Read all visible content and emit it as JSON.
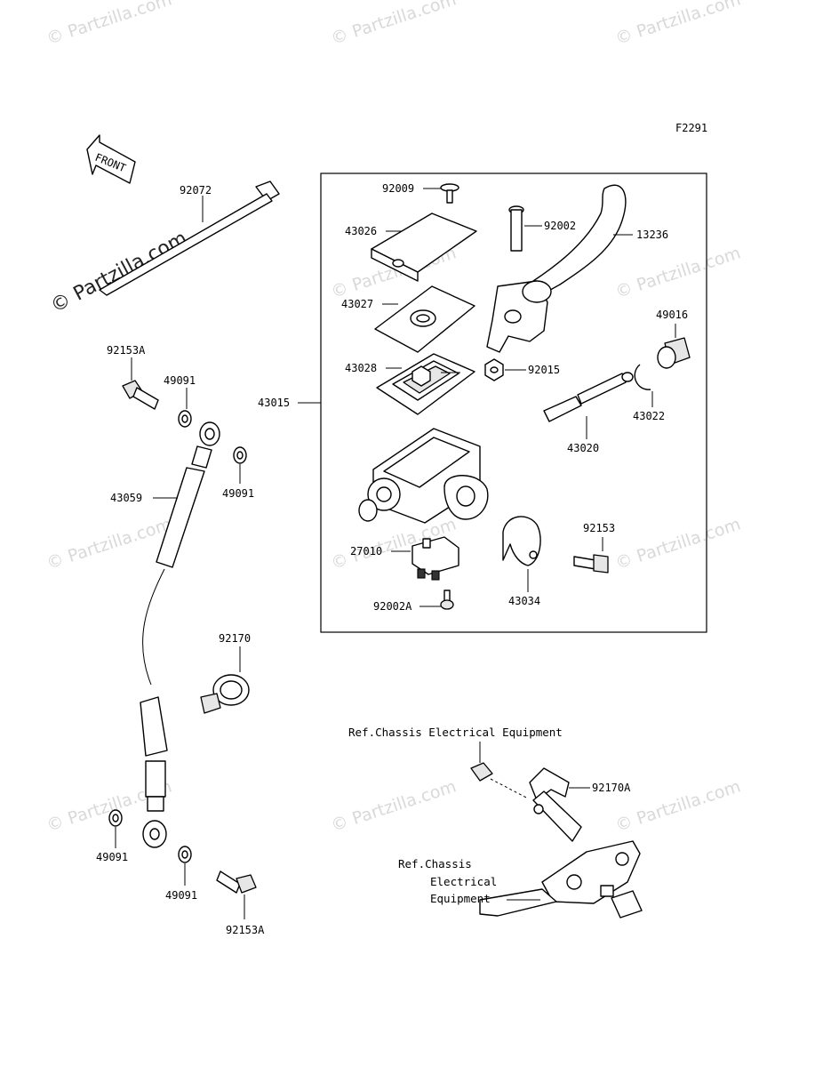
{
  "diagram": {
    "figure_code": "F2291",
    "front_label": "FRONT",
    "watermark": "© Partzilla.com",
    "callouts": {
      "p92072": "92072",
      "p92153A_top": "92153A",
      "p49091_a": "49091",
      "p49091_b": "49091",
      "p43059": "43059",
      "p43015": "43015",
      "p92009": "92009",
      "p43026": "43026",
      "p92002": "92002",
      "p13236": "13236",
      "p43027": "43027",
      "p49016": "49016",
      "p43028": "43028",
      "p92015": "92015",
      "p43022": "43022",
      "p43020": "43020",
      "p92153": "92153",
      "p27010": "27010",
      "p43034": "43034",
      "p92002A": "92002A",
      "p92170": "92170",
      "p92170A": "92170A",
      "p49091_c": "49091",
      "p49091_d": "49091",
      "p92153A_bottom": "92153A"
    },
    "ref_top": "Ref.Chassis Electrical Equipment",
    "ref_bottom": [
      "Ref.Chassis",
      "Electrical",
      "Equipment"
    ]
  }
}
